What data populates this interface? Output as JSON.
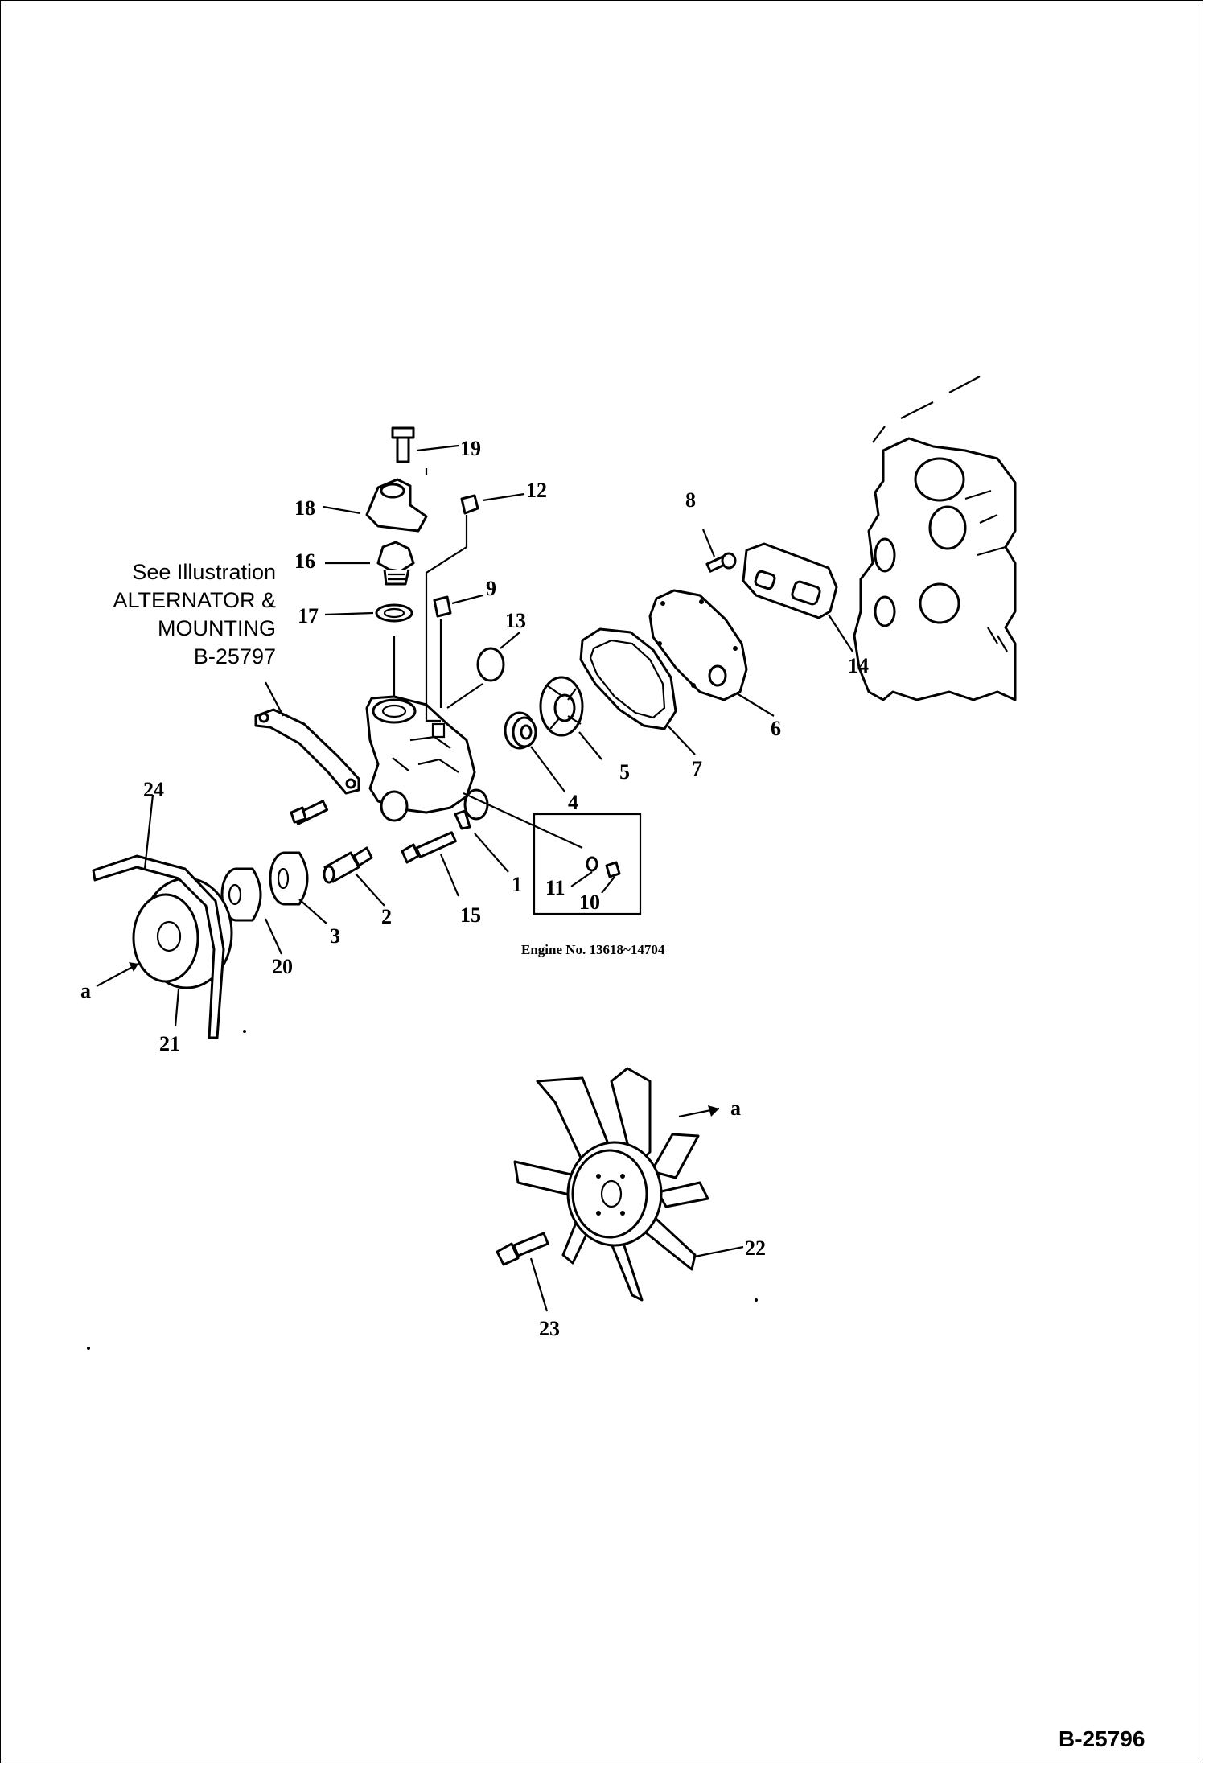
{
  "diagram": {
    "reference_note": {
      "line1": "See Illustration",
      "line2": "ALTERNATOR &",
      "line3": "MOUNTING",
      "line4": "B-25797"
    },
    "engine_note": "Engine No. 13618~14704",
    "document_number": "B-25796",
    "view_marker": "a",
    "callouts": [
      "1",
      "2",
      "3",
      "4",
      "5",
      "6",
      "7",
      "8",
      "9",
      "10",
      "11",
      "12",
      "13",
      "14",
      "15",
      "16",
      "17",
      "18",
      "19",
      "20",
      "21",
      "22",
      "23",
      "24"
    ]
  }
}
